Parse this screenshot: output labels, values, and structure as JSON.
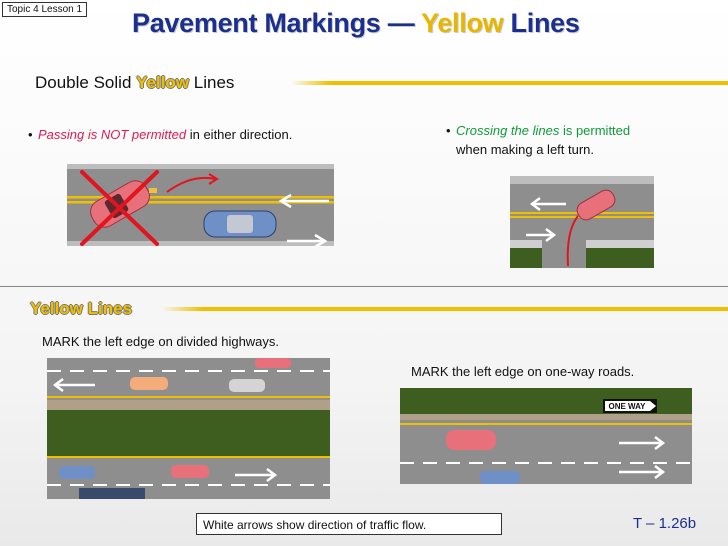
{
  "slide": {
    "topic_label": "Topic 4 Lesson 1",
    "title_part1": "Pavement Markings — ",
    "title_yellow": "Yellow",
    "title_part2": " Lines",
    "footer_note": "White arrows show direction of traffic flow.",
    "slide_number": "T – 1.26b"
  },
  "double_solid": {
    "heading_part1": "Double Solid ",
    "heading_yellow": "Yellow",
    "heading_part2": " Lines",
    "bullet_left_emphasis": "Passing is NOT permitted",
    "bullet_left_rest": " in either direction.",
    "bullet_right_emphasis": "Crossing the lines",
    "bullet_right_rest": " is permitted",
    "bullet_right_line2": "when making a left turn."
  },
  "yellow_lines": {
    "heading": "Yellow Lines",
    "caption_divided": "MARK the left edge on divided highways.",
    "caption_oneway": "MARK the left edge on one-way roads.",
    "sign_text": "ONE WAY"
  },
  "colors": {
    "title_blue": "#1a2f8f",
    "marking_yellow": "#f0c000",
    "warning_red": "#e01a4f",
    "permit_green": "#119a3a",
    "grass": "#3d5e1e",
    "asphalt": "#8e8e8e"
  }
}
